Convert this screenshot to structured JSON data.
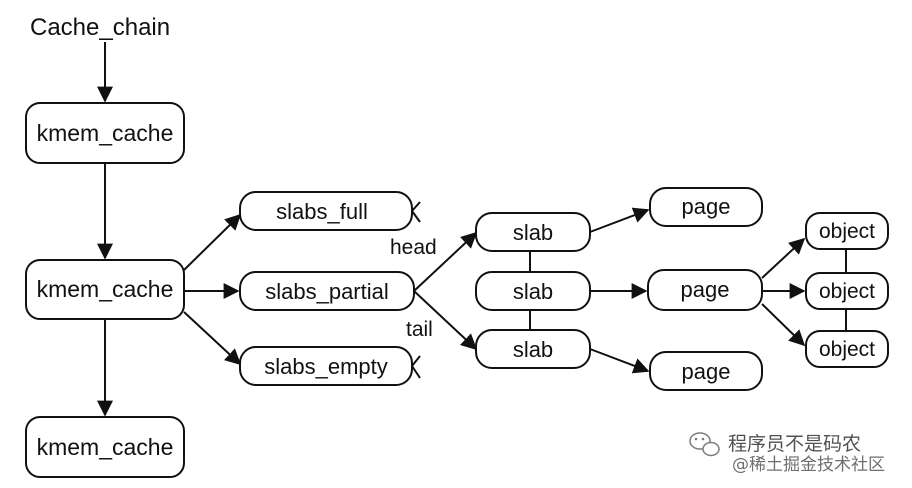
{
  "title": "Cache_chain",
  "nodes": {
    "kmem_cache_1": "kmem_cache",
    "kmem_cache_2": "kmem_cache",
    "kmem_cache_3": "kmem_cache",
    "slabs_full": "slabs_full",
    "slabs_partial": "slabs_partial",
    "slabs_empty": "slabs_empty",
    "slab_1": "slab",
    "slab_2": "slab",
    "slab_3": "slab",
    "page_1": "page",
    "page_2": "page",
    "page_3": "page",
    "object_1": "object",
    "object_2": "object",
    "object_3": "object"
  },
  "edge_labels": {
    "head": "head",
    "tail": "tail"
  },
  "watermark": {
    "line1": "程序员不是码农",
    "line2": "@稀土掘金技术社区"
  }
}
